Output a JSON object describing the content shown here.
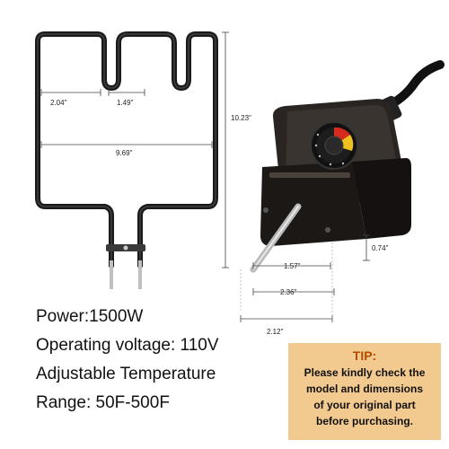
{
  "dimensions": {
    "left_gap": "2.04\"",
    "middle_gap": "1.49\"",
    "total_width": "9.69\"",
    "height": "10.23\"",
    "probe_short": "1.57\"",
    "probe_long": "2.36\"",
    "probe_full": "2.12\"",
    "box_thickness": "0.74\""
  },
  "specs": {
    "power": "Power:1500W",
    "voltage": "Operating voltage: 110V",
    "adjustable": "Adjustable Temperature",
    "range": "Range: 50F-500F"
  },
  "tip": {
    "title": "TIP:",
    "line1": "Please kindly check the",
    "line2": "model and dimensions",
    "line3": "of your original part",
    "line4": "before purchasing."
  },
  "colors": {
    "tip_background": "#f2c98f",
    "tip_title": "#b34b00",
    "element_tube": "#1a1a1a",
    "dial_red": "#d62a1e",
    "dial_yellow": "#f0c020"
  }
}
